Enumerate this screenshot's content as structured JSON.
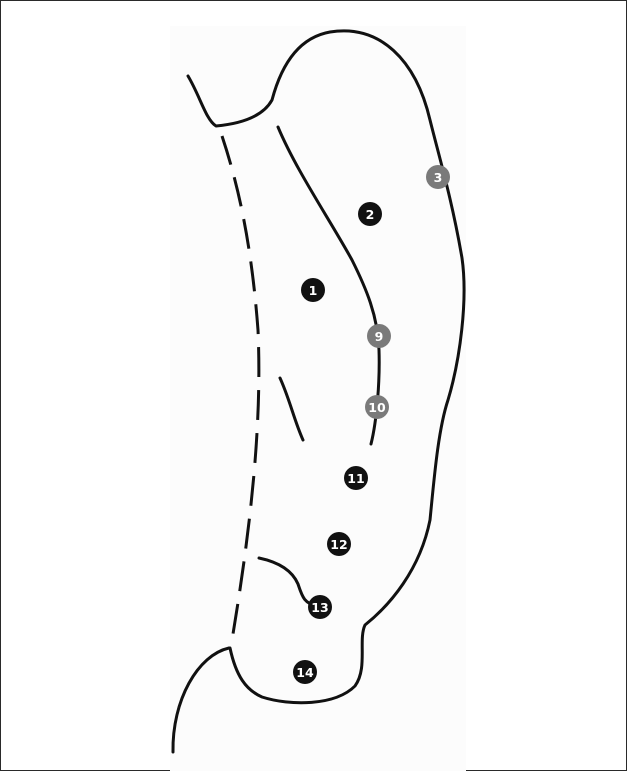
{
  "markers": [
    {
      "label": "1",
      "style": "dark"
    },
    {
      "label": "2",
      "style": "dark"
    },
    {
      "label": "3",
      "style": "gray"
    },
    {
      "label": "9",
      "style": "gray"
    },
    {
      "label": "10",
      "style": "gray"
    },
    {
      "label": "11",
      "style": "dark"
    },
    {
      "label": "12",
      "style": "dark"
    },
    {
      "label": "13",
      "style": "dark"
    },
    {
      "label": "14",
      "style": "dark"
    }
  ],
  "colors": {
    "line": "#111111",
    "marker_dark": "#111111",
    "marker_gray": "#7a7a7a",
    "marker_text": "#ffffff",
    "frame": "#2a2a2a"
  }
}
